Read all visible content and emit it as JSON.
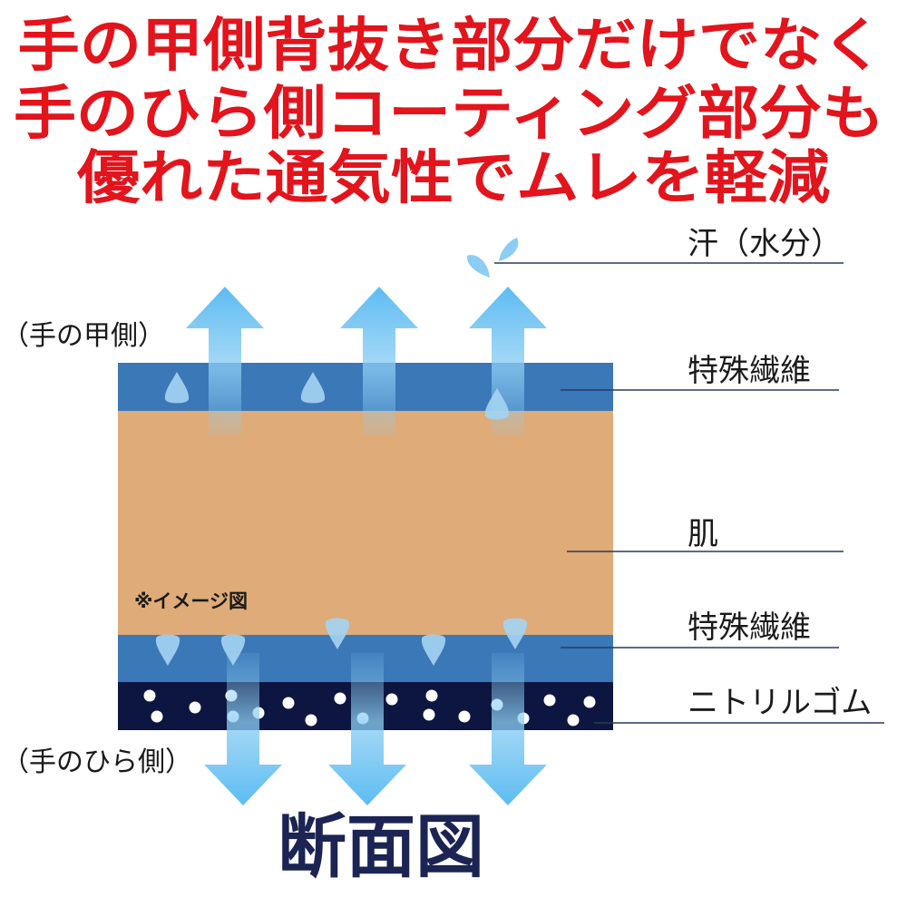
{
  "headline": {
    "line1": "手の甲側背抜き部分だけでなく",
    "line2": "手のひら側コーティング部分も",
    "line3": "優れた通気性でムレを軽減"
  },
  "labels": {
    "sweat": "汗（水分）",
    "fiber_top": "特殊繊維",
    "skin": "肌",
    "fiber_bottom": "特殊繊維",
    "nitrile": "ニトリルゴム",
    "back_side": "（手の甲側）",
    "palm_side": "（手のひら側）",
    "image_note": "※イメージ図",
    "caption": "断面図"
  },
  "colors": {
    "headline": "#e3141c",
    "fiber": "#3a78b8",
    "skin": "#dfab78",
    "nitrile": "#0d1640",
    "arrow": "#4db4ee",
    "drop": "#a4d2f0",
    "caption": "#1b2452"
  }
}
